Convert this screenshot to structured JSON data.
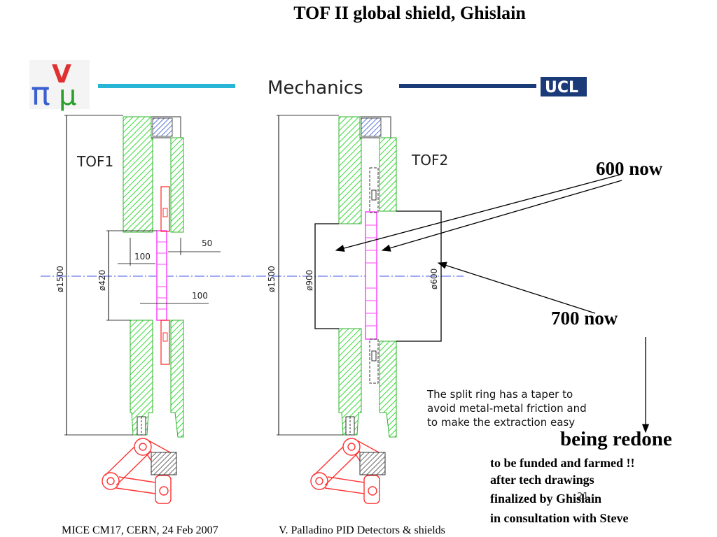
{
  "title": "TOF II global shield, Ghislain",
  "drawing": {
    "header_word": "Mechanics",
    "ucl_badge": "UCL",
    "logo_letters": {
      "pi": "π",
      "nu": "V",
      "mu": "μ"
    },
    "tof1": {
      "label": "TOF1",
      "dim_outer": "ø1500",
      "dim_inner": "ø420",
      "dim_a": "100",
      "dim_b": "50",
      "dim_c": "100"
    },
    "tof2": {
      "label": "TOF2",
      "dim_outer": "ø1500",
      "dim_inner_left": "ø900",
      "dim_inner_right": "ø600"
    },
    "split_ring_note": [
      "The split ring has a taper to",
      "avoid metal-metal friction  and",
      "to make the extraction easy"
    ],
    "page_number": "21"
  },
  "annotations": {
    "now_600": "600 now",
    "now_700": "700 now",
    "being_redone": "being redone",
    "notes": [
      "to be funded and farmed !!",
      "after tech drawings",
      "finalized by Ghislain",
      "in consultation with Steve"
    ]
  },
  "footer": {
    "left": "MICE CM17, CERN, 24 Feb 2007",
    "right": "V. Palladino PID Detectors & shields"
  },
  "colors": {
    "green_shield": "#33dd33",
    "magenta_detector": "#ff44ff",
    "red_mechanism": "#ff3333",
    "cyan_line": "#29b6d6",
    "navy_line": "#1a3a78",
    "axis_blue": "#4455ee"
  }
}
